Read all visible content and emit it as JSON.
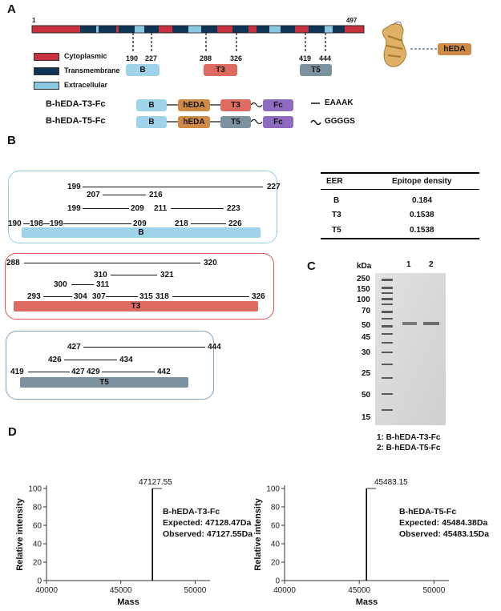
{
  "panels": {
    "a": "A",
    "b": "B",
    "c": "C",
    "d": "D"
  },
  "colors": {
    "cyto": "#c9303e",
    "trans": "#0f3556",
    "extra": "#89c7e3",
    "b_region": "#9fd3ea",
    "t3_region": "#de6b62",
    "t5_region": "#7d929f",
    "hEDA": "#cf8a46",
    "Fc": "#8e6bbf"
  },
  "topology": {
    "start": "1",
    "end": "497",
    "legend": [
      {
        "label": "Cytoplasmic",
        "color": "#c9303e"
      },
      {
        "label": "Transmembrane",
        "color": "#0f3556"
      },
      {
        "label": "Extracellular",
        "color": "#89c7e3"
      }
    ],
    "markers": [
      "190",
      "227",
      "288",
      "326",
      "419",
      "444"
    ],
    "regions": [
      "B",
      "T3",
      "T5"
    ],
    "protein_icon_name": "protein-structure-icon",
    "hEDA_label": "hEDA"
  },
  "constructs": [
    {
      "name": "B-hEDA-T3-Fc",
      "parts": [
        "B",
        "hEDA",
        "T3",
        "Fc"
      ]
    },
    {
      "name": "B-hEDA-T5-Fc",
      "parts": [
        "B",
        "hEDA",
        "T5",
        "Fc"
      ]
    }
  ],
  "linkers": [
    {
      "symbol": "rigid",
      "label": "EAAAK"
    },
    {
      "symbol": "flexible",
      "label": "GGGGS"
    }
  ],
  "epitope_maps": {
    "B": {
      "bar_label": "B",
      "rows": [
        {
          "left": "199",
          "right": "227"
        },
        {
          "left": "207",
          "right": "216"
        },
        {
          "left": "199",
          "right": "209"
        },
        {
          "left": "211",
          "right": "223"
        },
        {
          "left": "190",
          "mid1": "198",
          "mid2": "199",
          "right": "209"
        },
        {
          "left": "218",
          "right": "226"
        }
      ]
    },
    "T3": {
      "bar_label": "T3",
      "rows": [
        {
          "left": "288",
          "right": "320"
        },
        {
          "left": "310",
          "right": "321"
        },
        {
          "left": "300",
          "right": "311"
        },
        {
          "left": "293",
          "right": "304"
        },
        {
          "left": "307",
          "right": "315"
        },
        {
          "left": "318",
          "right": "326"
        }
      ]
    },
    "T5": {
      "bar_label": "T5",
      "rows": [
        {
          "left": "427",
          "right": "444"
        },
        {
          "left": "426",
          "right": "434"
        },
        {
          "left": "419",
          "right": "427"
        },
        {
          "left": "429",
          "right": "442"
        }
      ]
    }
  },
  "table": {
    "headers": [
      "EER",
      "Epitope density"
    ],
    "rows": [
      [
        "B",
        "0.184"
      ],
      [
        "T3",
        "0.1538"
      ],
      [
        "T5",
        "0.1538"
      ]
    ]
  },
  "gel": {
    "unit": "kDa",
    "ladder": [
      "250",
      "150",
      "100",
      "70",
      "50",
      "45",
      "30",
      "25",
      "50",
      "15"
    ],
    "lanes": [
      "1",
      "2"
    ],
    "legend": [
      "1: B-hEDA-T3-Fc",
      "2: B-hEDA-T5-Fc"
    ]
  },
  "ms": [
    {
      "peak_label": "47127.55",
      "title": "B-hEDA-T3-Fc",
      "expected": "Expected: 47128.47Da",
      "observed": "Observed: 47127.55Da",
      "xlabel": "Mass",
      "ylabel": "Relative intensity",
      "xticks": [
        "40000",
        "45000",
        "50000"
      ],
      "yticks": [
        "0",
        "20",
        "40",
        "60",
        "80",
        "100"
      ]
    },
    {
      "peak_label": "45483.15",
      "title": "B-hEDA-T5-Fc",
      "expected": "Expected: 45484.38Da",
      "observed": "Observed: 45483.15Da",
      "xlabel": "Mass",
      "ylabel": "Relative intensity",
      "xticks": [
        "40000",
        "45000",
        "50000"
      ],
      "yticks": [
        "0",
        "20",
        "40",
        "60",
        "80",
        "100"
      ]
    }
  ],
  "chart_data": [
    {
      "type": "line",
      "x_range": [
        40000,
        51000
      ],
      "ylim": [
        0,
        100
      ],
      "peak_x": 47127.55,
      "peak_y": 100,
      "xlabel": "Mass",
      "ylabel": "Relative intensity"
    },
    {
      "type": "line",
      "x_range": [
        40000,
        51000
      ],
      "ylim": [
        0,
        100
      ],
      "peak_x": 45483.15,
      "peak_y": 100,
      "xlabel": "Mass",
      "ylabel": "Relative intensity"
    }
  ]
}
